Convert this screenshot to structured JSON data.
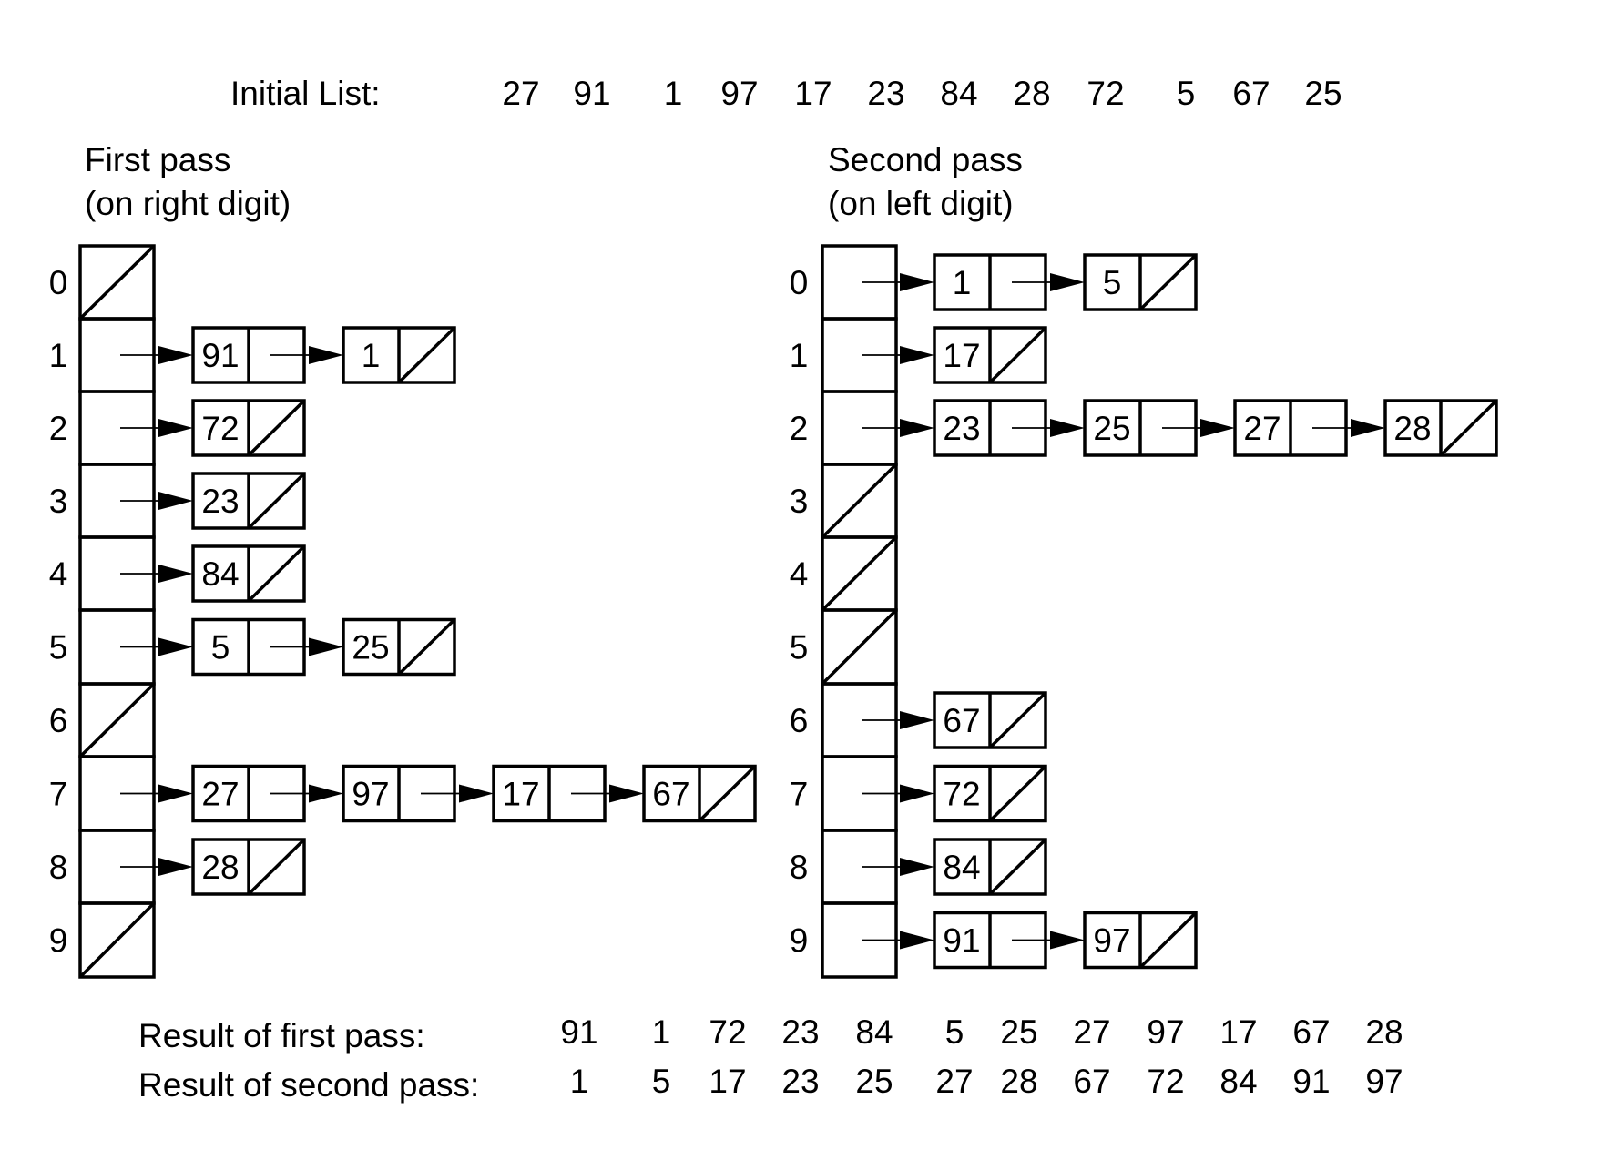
{
  "initial": {
    "label": "Initial List:",
    "values": [
      "27",
      "91",
      "1",
      "97",
      "17",
      "23",
      "84",
      "28",
      "72",
      "5",
      "67",
      "25"
    ]
  },
  "first_pass": {
    "title_line1": "First pass",
    "title_line2": "(on right digit)",
    "bins": [
      {
        "index": "0",
        "items": []
      },
      {
        "index": "1",
        "items": [
          "91",
          "1"
        ]
      },
      {
        "index": "2",
        "items": [
          "72"
        ]
      },
      {
        "index": "3",
        "items": [
          "23"
        ]
      },
      {
        "index": "4",
        "items": [
          "84"
        ]
      },
      {
        "index": "5",
        "items": [
          "5",
          "25"
        ]
      },
      {
        "index": "6",
        "items": []
      },
      {
        "index": "7",
        "items": [
          "27",
          "97",
          "17",
          "67"
        ]
      },
      {
        "index": "8",
        "items": [
          "28"
        ]
      },
      {
        "index": "9",
        "items": []
      }
    ]
  },
  "second_pass": {
    "title_line1": "Second pass",
    "title_line2": "(on left digit)",
    "bins": [
      {
        "index": "0",
        "items": [
          "1",
          "5"
        ]
      },
      {
        "index": "1",
        "items": [
          "17"
        ]
      },
      {
        "index": "2",
        "items": [
          "23",
          "25",
          "27",
          "28"
        ]
      },
      {
        "index": "3",
        "items": []
      },
      {
        "index": "4",
        "items": []
      },
      {
        "index": "5",
        "items": []
      },
      {
        "index": "6",
        "items": [
          "67"
        ]
      },
      {
        "index": "7",
        "items": [
          "72"
        ]
      },
      {
        "index": "8",
        "items": [
          "84"
        ]
      },
      {
        "index": "9",
        "items": [
          "91",
          "97"
        ]
      }
    ]
  },
  "results": {
    "first_label": "Result of first pass:",
    "first_values": [
      "91",
      "1",
      "72",
      "23",
      "84",
      "5",
      "25",
      "27",
      "97",
      "17",
      "67",
      "28"
    ],
    "second_label": "Result of second pass:",
    "second_values": [
      "1",
      "5",
      "17",
      "23",
      "25",
      "27",
      "28",
      "67",
      "72",
      "84",
      "91",
      "97"
    ]
  }
}
